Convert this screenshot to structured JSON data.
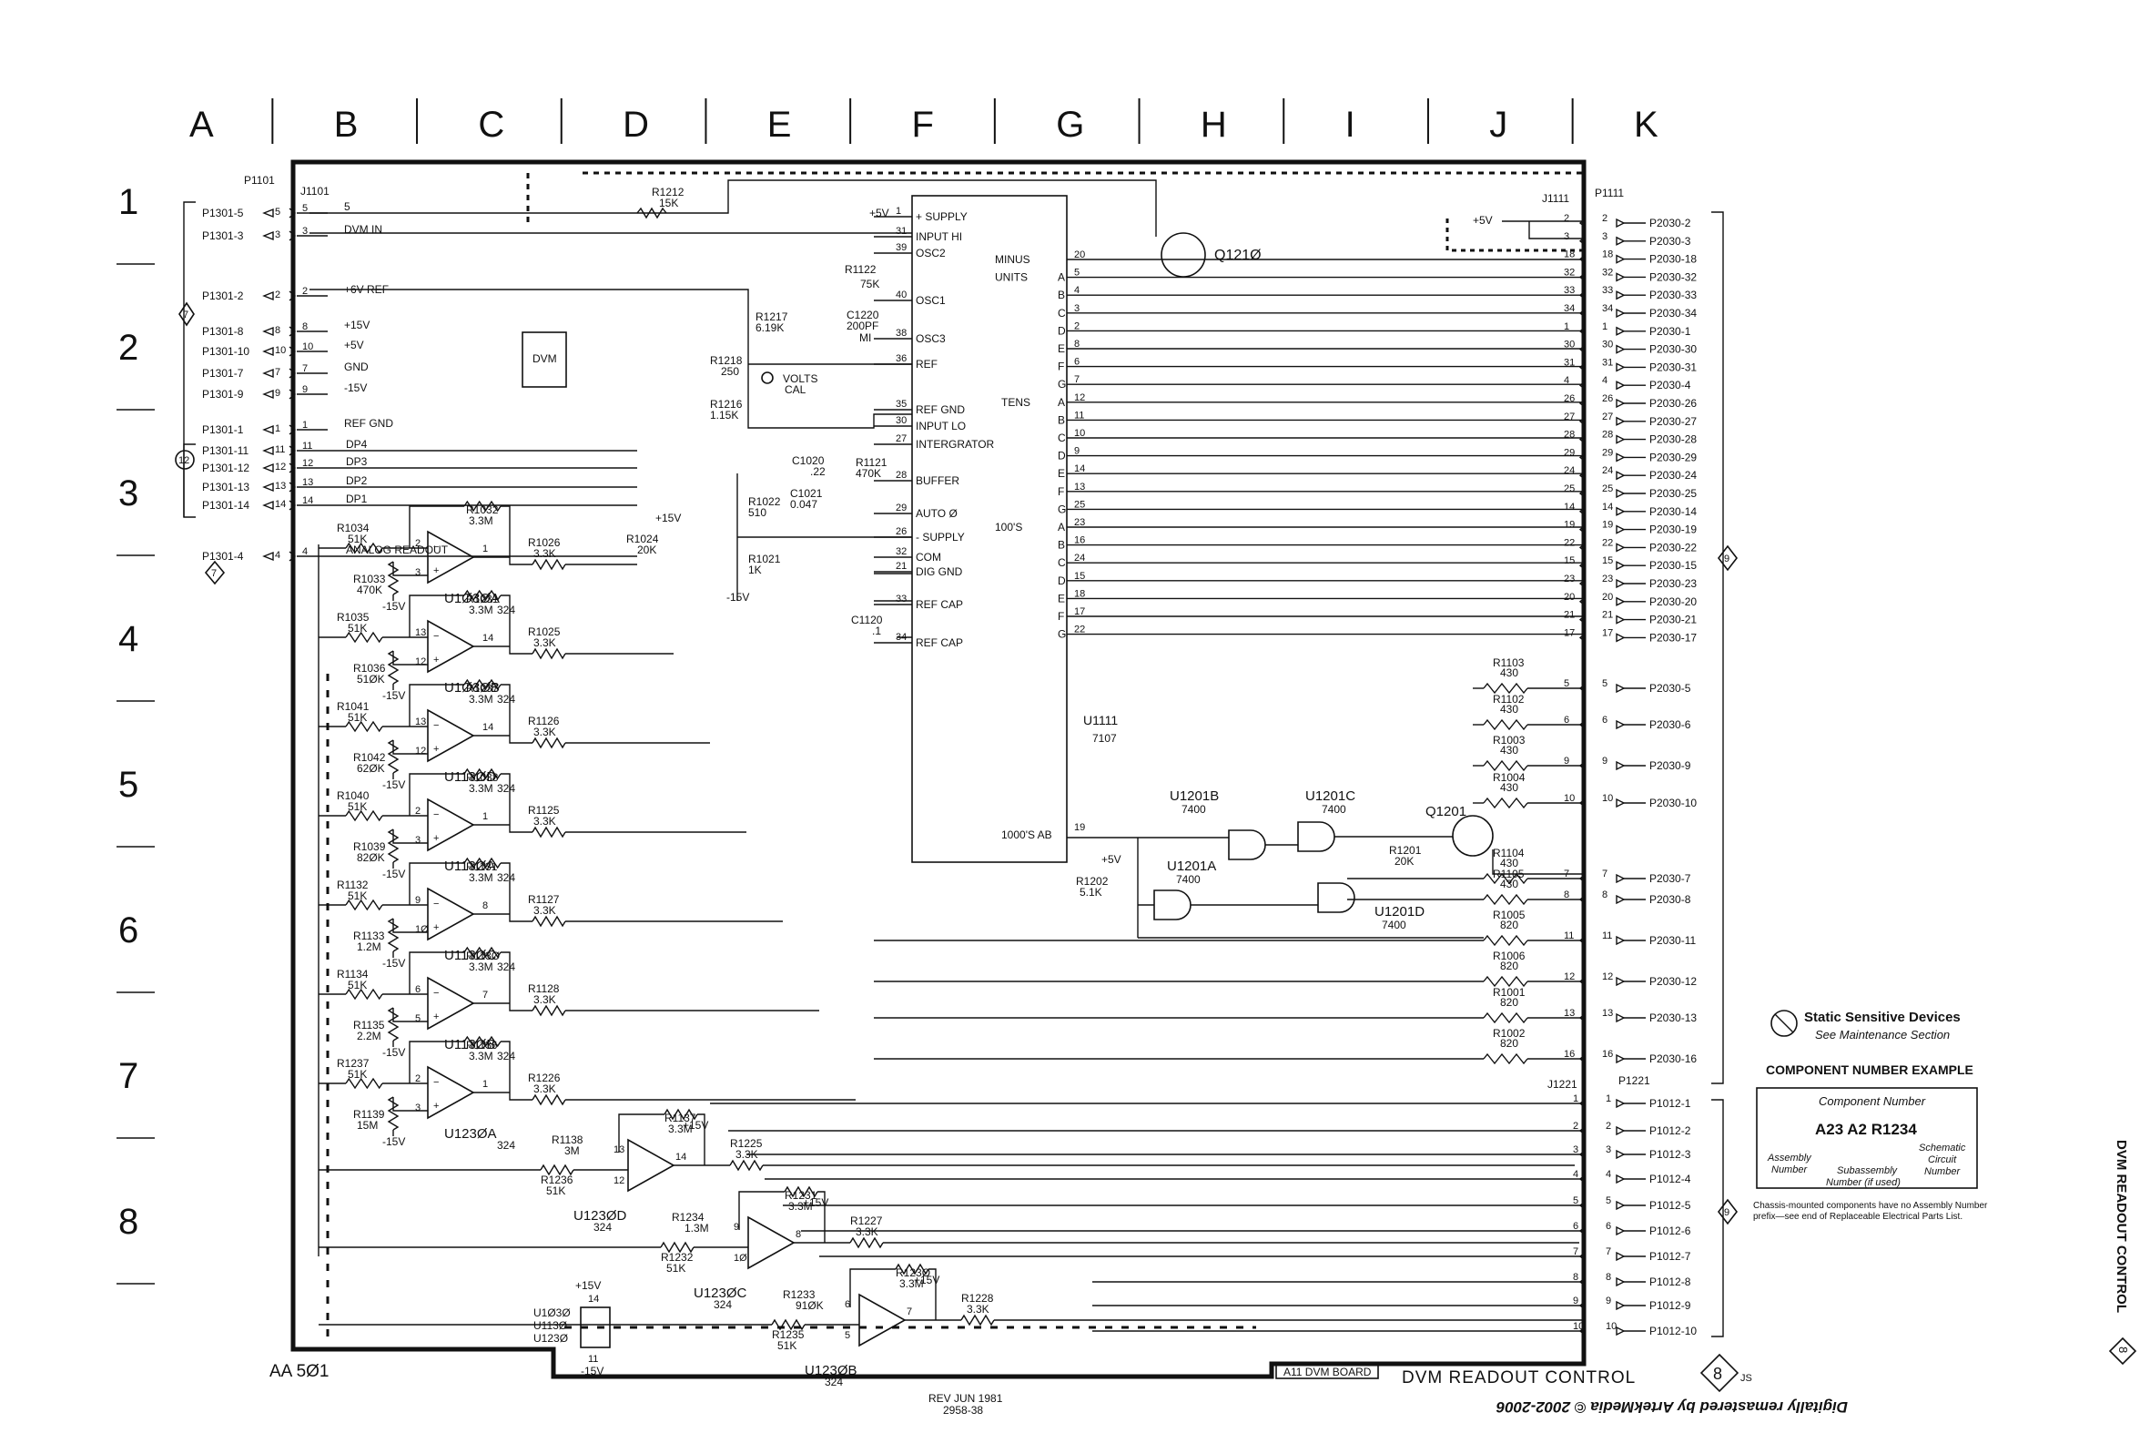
{
  "column_labels": [
    "A",
    "B",
    "C",
    "D",
    "E",
    "F",
    "G",
    "H",
    "I",
    "J",
    "K"
  ],
  "row_labels": [
    "1",
    "2",
    "3",
    "4",
    "5",
    "6",
    "7",
    "8"
  ],
  "left_connectors": {
    "p1101_label": "P1101",
    "j1101_label": "J1101",
    "pins": [
      {
        "name": "P1301-5",
        "pin": "5",
        "net": "5"
      },
      {
        "name": "P1301-3",
        "pin": "3",
        "net": "DVM IN"
      },
      {
        "name": "P1301-2",
        "pin": "2",
        "net": "+6V REF"
      },
      {
        "name": "P1301-8",
        "pin": "8",
        "net": "+15V"
      },
      {
        "name": "P1301-10",
        "pin": "10",
        "net": "+5V"
      },
      {
        "name": "P1301-7",
        "pin": "7",
        "net": "GND"
      },
      {
        "name": "P1301-9",
        "pin": "9",
        "net": "-15V"
      },
      {
        "name": "P1301-1",
        "pin": "1",
        "net": "REF GND"
      },
      {
        "name": "P1301-11",
        "pin": "11",
        "net": "DP4"
      },
      {
        "name": "P1301-12",
        "pin": "12",
        "net": "DP3"
      },
      {
        "name": "P1301-13",
        "pin": "13",
        "net": "DP2"
      },
      {
        "name": "P1301-14",
        "pin": "14",
        "net": "DP1"
      },
      {
        "name": "P1301-4",
        "pin": "4",
        "net": "ANALOG READOUT"
      }
    ],
    "ref_7a": "7",
    "ref_12": "12",
    "ref_7b": "7"
  },
  "ic_u1111": {
    "name": "U1111",
    "part": "7107",
    "left_pins": [
      {
        "num": "1",
        "label": "+ SUPPLY"
      },
      {
        "num": "31",
        "label": "INPUT HI"
      },
      {
        "num": "39",
        "label": "OSC2"
      },
      {
        "num": "40",
        "label": "OSC1"
      },
      {
        "num": "38",
        "label": "OSC3"
      },
      {
        "num": "36",
        "label": "REF"
      },
      {
        "num": "35",
        "label": "REF GND"
      },
      {
        "num": "30",
        "label": "INPUT LO"
      },
      {
        "num": "27",
        "label": "INTERGRATOR"
      },
      {
        "num": "28",
        "label": "BUFFER"
      },
      {
        "num": "29",
        "label": "AUTO Ø"
      },
      {
        "num": "26",
        "label": "- SUPPLY"
      },
      {
        "num": "32",
        "label": "COM"
      },
      {
        "num": "21",
        "label": "DIG GND"
      },
      {
        "num": "33",
        "label": "REF CAP"
      },
      {
        "num": "34",
        "label": "REF CAP"
      }
    ],
    "right_labels": [
      {
        "group": "MINUS",
        "seg": "",
        "pin": "20"
      },
      {
        "group": "UNITS",
        "seg": "A",
        "pin": "5"
      },
      {
        "group": "",
        "seg": "B",
        "pin": "4"
      },
      {
        "group": "",
        "seg": "C",
        "pin": "3"
      },
      {
        "group": "",
        "seg": "D",
        "pin": "2"
      },
      {
        "group": "",
        "seg": "E",
        "pin": "8"
      },
      {
        "group": "",
        "seg": "F",
        "pin": "6"
      },
      {
        "group": "",
        "seg": "G",
        "pin": "7"
      },
      {
        "group": "TENS",
        "seg": "A",
        "pin": "12"
      },
      {
        "group": "",
        "seg": "B",
        "pin": "11"
      },
      {
        "group": "",
        "seg": "C",
        "pin": "10"
      },
      {
        "group": "",
        "seg": "D",
        "pin": "9"
      },
      {
        "group": "",
        "seg": "E",
        "pin": "14"
      },
      {
        "group": "",
        "seg": "F",
        "pin": "13"
      },
      {
        "group": "",
        "seg": "G",
        "pin": "25"
      },
      {
        "group": "100'S",
        "seg": "A",
        "pin": "23"
      },
      {
        "group": "",
        "seg": "B",
        "pin": "16"
      },
      {
        "group": "",
        "seg": "C",
        "pin": "24"
      },
      {
        "group": "",
        "seg": "D",
        "pin": "15"
      },
      {
        "group": "",
        "seg": "E",
        "pin": "18"
      },
      {
        "group": "",
        "seg": "F",
        "pin": "17"
      },
      {
        "group": "",
        "seg": "G",
        "pin": "22"
      }
    ],
    "thousands_label": "1000'S AB",
    "thousands_pin": "19",
    "plus5": "+5V"
  },
  "top_section": {
    "r1212": "R1212",
    "r1212_val": "15K",
    "dvm_label": "DVM",
    "r1122": "R1122",
    "r1122_val": "75K",
    "c1220": "C1220",
    "c1220_val": "200PF",
    "c1220_type": "MI",
    "r1217": "R1217",
    "r1217_val": "6.19K",
    "r1218": "R1218",
    "r1218_val": "250",
    "volts_cal": "VOLTS",
    "volts_cal2": "CAL",
    "r1216": "R1216",
    "r1216_val": "1.15K",
    "c1020": "C1020",
    "c1020_val": ".22",
    "r1121": "R1121",
    "r1121_val": "470K",
    "c1021": "C1021",
    "c1021_val": "0.047",
    "r1022": "R1022",
    "r1022_val": "510",
    "r1021": "R1021",
    "r1021_val": "1K",
    "minus15": "-15V",
    "c1120": "C1120",
    "c1120_val": ".1",
    "q1210": "Q121Ø",
    "j1111": "J1111",
    "p1111": "P1111",
    "plus5": "+5V"
  },
  "right_connector": {
    "rows": [
      {
        "j": "2",
        "p": "2",
        "net": "P2030-2"
      },
      {
        "j": "3",
        "p": "3",
        "net": "P2030-3"
      },
      {
        "j": "18",
        "p": "18",
        "net": "P2030-18"
      },
      {
        "j": "32",
        "p": "32",
        "net": "P2030-32"
      },
      {
        "j": "33",
        "p": "33",
        "net": "P2030-33"
      },
      {
        "j": "34",
        "p": "34",
        "net": "P2030-34"
      },
      {
        "j": "1",
        "p": "1",
        "net": "P2030-1"
      },
      {
        "j": "30",
        "p": "30",
        "net": "P2030-30"
      },
      {
        "j": "31",
        "p": "31",
        "net": "P2030-31"
      },
      {
        "j": "4",
        "p": "4",
        "net": "P2030-4"
      },
      {
        "j": "26",
        "p": "26",
        "net": "P2030-26"
      },
      {
        "j": "27",
        "p": "27",
        "net": "P2030-27"
      },
      {
        "j": "28",
        "p": "28",
        "net": "P2030-28"
      },
      {
        "j": "29",
        "p": "29",
        "net": "P2030-29"
      },
      {
        "j": "24",
        "p": "24",
        "net": "P2030-24"
      },
      {
        "j": "25",
        "p": "25",
        "net": "P2030-25"
      },
      {
        "j": "14",
        "p": "14",
        "net": "P2030-14"
      },
      {
        "j": "19",
        "p": "19",
        "net": "P2030-19"
      },
      {
        "j": "22",
        "p": "22",
        "net": "P2030-22"
      },
      {
        "j": "15",
        "p": "15",
        "net": "P2030-15"
      },
      {
        "j": "23",
        "p": "23",
        "net": "P2030-23"
      },
      {
        "j": "20",
        "p": "20",
        "net": "P2030-20"
      },
      {
        "j": "21",
        "p": "21",
        "net": "P2030-21"
      },
      {
        "j": "17",
        "p": "17",
        "net": "P2030-17"
      }
    ],
    "ref_9": "9",
    "lower_rows": [
      {
        "j": "5",
        "p": "5",
        "net": "P2030-5",
        "r": "R1103",
        "v": "430"
      },
      {
        "j": "6",
        "p": "6",
        "net": "P2030-6",
        "r": "R1102",
        "v": "430"
      },
      {
        "j": "9",
        "p": "9",
        "net": "P2030-9",
        "r": "R1003",
        "v": "430"
      },
      {
        "j": "10",
        "p": "10",
        "net": "P2030-10",
        "r": "R1004",
        "v": "430"
      },
      {
        "j": "7",
        "p": "7",
        "net": "P2030-7",
        "r": "R1104",
        "v": "430"
      },
      {
        "j": "8",
        "p": "8",
        "net": "P2030-8",
        "r": "R1105",
        "v": "430"
      },
      {
        "j": "11",
        "p": "11",
        "net": "P2030-11",
        "r": "R1005",
        "v": "820"
      },
      {
        "j": "12",
        "p": "12",
        "net": "P2030-12",
        "r": "R1006",
        "v": "820"
      },
      {
        "j": "13",
        "p": "13",
        "net": "P2030-13",
        "r": "R1001",
        "v": "820"
      },
      {
        "j": "16",
        "p": "16",
        "net": "P2030-16",
        "r": "R1002",
        "v": "820"
      }
    ]
  },
  "logic": {
    "u1201b": "U1201B",
    "u1201b_part": "7400",
    "u1201c": "U1201C",
    "u1201c_part": "7400",
    "u1201a": "U1201A",
    "u1201a_part": "7400",
    "u1201d": "U1201D",
    "u1201d_part": "7400",
    "q1201": "Q1201",
    "r1201": "R1201",
    "r1201_val": "20K",
    "r1202": "R1202",
    "r1202_val": "5.1K",
    "plus5": "+5V"
  },
  "opamps": [
    {
      "name": "U1Ø3ØA",
      "part": "324",
      "rin": "R1034",
      "rin_v": "51K",
      "rsh": "R1033",
      "rsh_v": "470K",
      "rf": "R1032",
      "rf_v": "3.3M",
      "rout": "R1026",
      "rout_v": "3.3K",
      "pin_n": "2",
      "pin_p": "3",
      "pin_o": "1"
    },
    {
      "name": "U1Ø3ØB",
      "part": "324",
      "rin": "R1035",
      "rin_v": "51K",
      "rsh": "R1036",
      "rsh_v": "51ØK",
      "rf": "R1031",
      "rf_v": "3.3M",
      "rout": "R1025",
      "rout_v": "3.3K",
      "pin_n": "13",
      "pin_p": "12",
      "pin_o": "14"
    },
    {
      "name": "U113ØD",
      "part": "324",
      "rin": "R1041",
      "rin_v": "51K",
      "rsh": "R1042",
      "rsh_v": "62ØK",
      "rf": "R1037",
      "rf_v": "3.3M",
      "rout": "R1126",
      "rout_v": "3.3K",
      "pin_n": "13",
      "pin_p": "12",
      "pin_o": "14"
    },
    {
      "name": "U113ØA",
      "part": "324",
      "rin": "R1040",
      "rin_v": "51K",
      "rsh": "R1039",
      "rsh_v": "82ØK",
      "rf": "R1038",
      "rf_v": "3.3M",
      "rout": "R1125",
      "rout_v": "3.3K",
      "pin_n": "2",
      "pin_p": "3",
      "pin_o": "1"
    },
    {
      "name": "U113ØC",
      "part": "324",
      "rin": "R1132",
      "rin_v": "51K",
      "rsh": "R1133",
      "rsh_v": "1.2M",
      "rf": "R1131",
      "rf_v": "3.3M",
      "rout": "R1127",
      "rout_v": "3.3K",
      "pin_n": "9",
      "pin_p": "1Ø",
      "pin_o": "8"
    },
    {
      "name": "U113ØB",
      "part": "324",
      "rin": "R1134",
      "rin_v": "51K",
      "rsh": "R1135",
      "rsh_v": "2.2M",
      "rf": "R113Ø",
      "rf_v": "3.3M",
      "rout": "R1128",
      "rout_v": "3.3K",
      "pin_n": "6",
      "pin_p": "5",
      "pin_o": "7"
    },
    {
      "name": "U123ØA",
      "part": "324",
      "rin": "R1237",
      "rin_v": "51K",
      "rsh": "R1139",
      "rsh_v": "15M",
      "rf": "R1136",
      "rf_v": "3.3M",
      "rout": "R1226",
      "rout_v": "3.3K",
      "pin_n": "2",
      "pin_p": "3",
      "pin_o": "1"
    }
  ],
  "lower_opamps": [
    {
      "name": "U123ØD",
      "part": "324",
      "rin": "R1236",
      "rin_v": "51K",
      "rsh": "R1138",
      "rsh_v": "3M",
      "rf": "R1137",
      "rf_v": "3.3M",
      "rout": "R1225",
      "rout_v": "3.3K",
      "pin_n": "13",
      "pin_p": "12",
      "pin_o": "14"
    },
    {
      "name": "U123ØC",
      "part": "324",
      "rin": "R1232",
      "rin_v": "51K",
      "rsh": "R1234",
      "rsh_v": "1.3M",
      "rf": "R1231",
      "rf_v": "3.3M",
      "rout": "R1227",
      "rout_v": "3.3K",
      "pin_n": "9",
      "pin_p": "1Ø",
      "pin_o": "8"
    },
    {
      "name": "U123ØB",
      "part": "324",
      "rin": "R1235",
      "rin_v": "51K",
      "rsh": "R1233",
      "rsh_v": "91ØK",
      "rf": "R123Ø",
      "rf_v": "3.3M",
      "rout": "R1228",
      "rout_v": "3.3K",
      "pin_n": "6",
      "pin_p": "5",
      "pin_o": "7"
    }
  ],
  "supply_block": {
    "plus15": "+15V",
    "pin14": "14",
    "pin11": "11",
    "minus15": "-15V",
    "parts": [
      "U1Ø3Ø",
      "U113Ø",
      "U123Ø"
    ],
    "minus15_a": "-15V",
    "plus15_a": "+15V",
    "r1024": "R1024",
    "r1024_val": "20K"
  },
  "p1012": {
    "j1221": "J1221",
    "p1221": "P1221",
    "rows": [
      {
        "j": "1",
        "p": "1",
        "net": "P1012-1"
      },
      {
        "j": "2",
        "p": "2",
        "net": "P1012-2"
      },
      {
        "j": "3",
        "p": "3",
        "net": "P1012-3"
      },
      {
        "j": "4",
        "p": "4",
        "net": "P1012-4"
      },
      {
        "j": "5",
        "p": "5",
        "net": "P1012-5"
      },
      {
        "j": "6",
        "p": "6",
        "net": "P1012-6"
      },
      {
        "j": "7",
        "p": "7",
        "net": "P1012-7"
      },
      {
        "j": "8",
        "p": "8",
        "net": "P1012-8"
      },
      {
        "j": "9",
        "p": "9",
        "net": "P1012-9"
      },
      {
        "j": "10",
        "p": "10",
        "net": "P1012-10"
      }
    ],
    "ref_9": "9"
  },
  "legend": {
    "static_title": "Static Sensitive Devices",
    "static_sub": "See Maintenance Section",
    "component_title": "COMPONENT NUMBER EXAMPLE",
    "component_number": "Component Number",
    "example": "A23 A2 R1234",
    "assembly": "Assembly",
    "assembly2": "Number",
    "subassembly": "Subassembly",
    "subassembly2": "Number (if used)",
    "schematic": "Schematic",
    "schematic2": "Circuit",
    "schematic3": "Number",
    "note1": "Chassis-mounted components have no Assembly Number",
    "note2": "prefix—see end of Replaceable Electrical Parts List."
  },
  "footer": {
    "model": "AA 5Ø1",
    "rev": "REV JUN 1981",
    "part_no": "2958-38",
    "board": "A11  DVM BOARD",
    "title": "DVM READOUT CONTROL",
    "diagram_no": "8",
    "initials": "JS",
    "credit": "Digitally remastered by ArtekMedia © 2002-2006",
    "side_title": "DVM READOUT CONTROL",
    "side_no": "8"
  }
}
